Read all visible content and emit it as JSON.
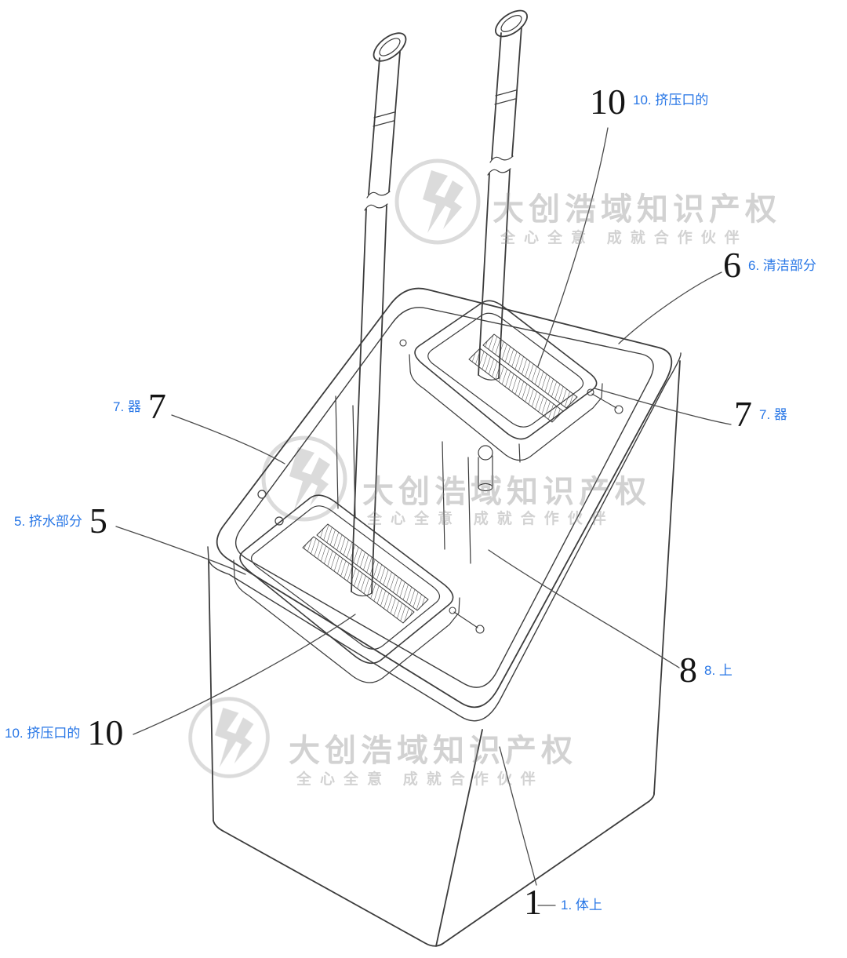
{
  "figure": {
    "kind": "patent-line-drawing",
    "colors": {
      "line": "#3c3c3c",
      "label_blue": "#2776e6",
      "watermark_gray": "#8f8f8f",
      "background": "#ffffff"
    }
  },
  "labels": [
    {
      "id": "ref-10-top",
      "number": "10",
      "text": "10. 挤压口的"
    },
    {
      "id": "ref-6",
      "number": "6",
      "text": "6. 清洁部分"
    },
    {
      "id": "ref-7-left",
      "number": "7",
      "text": "7. 器"
    },
    {
      "id": "ref-7-right",
      "number": "7",
      "text": "7. 器"
    },
    {
      "id": "ref-5",
      "number": "5",
      "text": "5. 挤水部分"
    },
    {
      "id": "ref-8",
      "number": "8",
      "text": "8. 上"
    },
    {
      "id": "ref-10-bottom",
      "number": "10",
      "text": "10. 挤压口的"
    },
    {
      "id": "ref-1",
      "number": "1",
      "text": "1. 体上"
    }
  ],
  "watermark": {
    "icon": "lightning-circle-logo",
    "title": "大创浩域知识产权",
    "subtitle": "全心全意 成就合作伙伴"
  }
}
